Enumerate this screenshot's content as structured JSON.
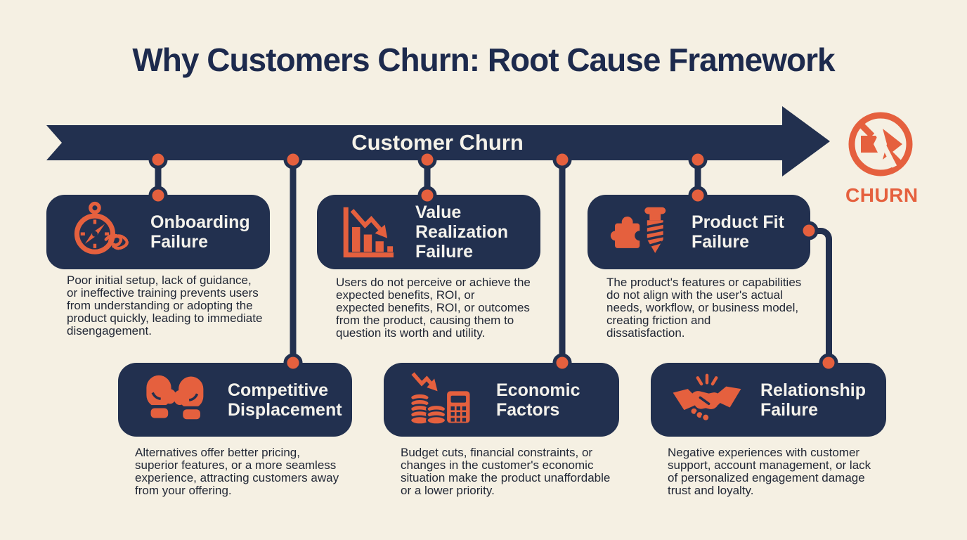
{
  "page": {
    "title": "Why Customers Churn: Root Cause Framework",
    "background_color": "#f5f0e3"
  },
  "colors": {
    "navy": "#22304f",
    "orange": "#e5603e",
    "cream": "#f5f0e3",
    "body_text": "#222836",
    "card_text": "#f4f2ec"
  },
  "banner": {
    "label": "Customer Churn"
  },
  "churn_badge": {
    "icon": "no-churn-arrow-icon",
    "label": "CHURN"
  },
  "causes": [
    {
      "title": "Onboarding\nFailure",
      "icon": "compass-rope-icon",
      "description": "Poor initial setup, lack of guidance,\nor ineffective training prevents users\nfrom understanding or adopting the\nproduct quickly, leading to immediate\ndisengagement."
    },
    {
      "title": "Value\nRealization\nFailure",
      "icon": "declining-bar-chart-icon",
      "description": "Users do not perceive or achieve the\nexpected benefits, ROI, or\nexpected benefits, ROI, or outcomes\nfrom the product, causing them to\nquestion its worth and utility."
    },
    {
      "title": "Product Fit\nFailure",
      "icon": "puzzle-screw-icon",
      "description": "The product's features or capabilities\ndo not align with the user's actual\nneeds, workflow, or business model,\ncreating friction and\ndissatisfaction."
    },
    {
      "title": "Competitive\nDisplacement",
      "icon": "boxing-gloves-icon",
      "description": "Alternatives offer better pricing,\nsuperior features, or a more seamless\nexperience, attracting customers away\nfrom your offering."
    },
    {
      "title": "Economic\nFactors",
      "icon": "coins-calculator-icon",
      "description": "Budget cuts, financial constraints, or\nchanges in the customer's economic\nsituation make the product unaffordable\nor a lower priority."
    },
    {
      "title": "Relationship\nFailure",
      "icon": "broken-handshake-icon",
      "description": "Negative experiences with customer\nsupport, account management, or lack\nof personalized engagement damage\ntrust and loyalty."
    }
  ]
}
